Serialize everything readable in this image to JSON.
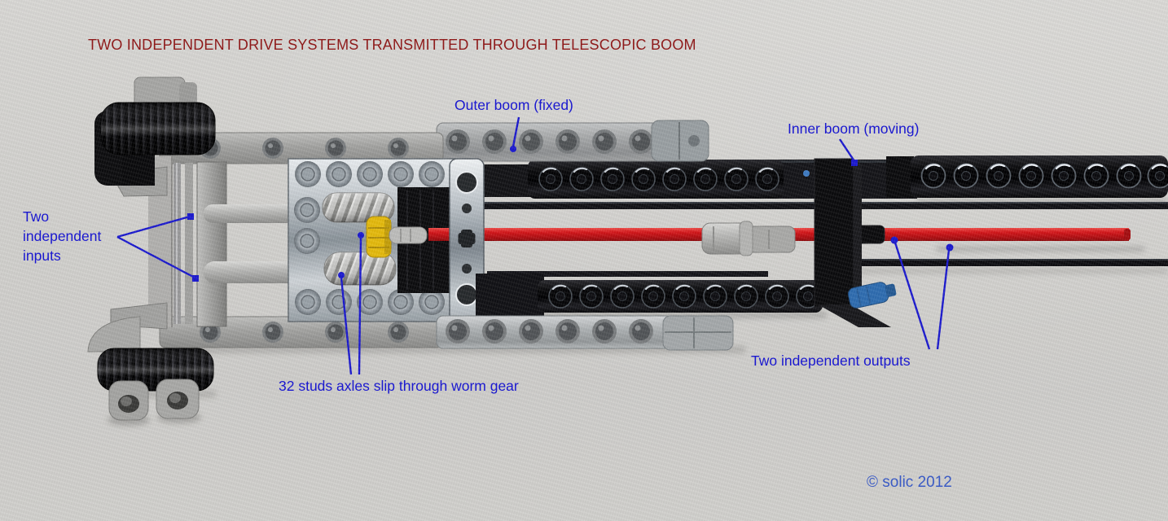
{
  "image": {
    "kind": "Annotated photograph of a LEGO Technic telescopic boom drive mechanism",
    "background_color": "#d3d2cf"
  },
  "title": {
    "text": "TWO INDEPENDENT DRIVE SYSTEMS TRANSMITTED THROUGH TELESCOPIC BOOM",
    "color": "#8e1a1a"
  },
  "annotations": {
    "color": "#1a18cf",
    "outer_boom_label": "Outer boom (fixed)",
    "inner_boom_label": "Inner boom (moving)",
    "inputs_label": "Two\nindependent\ninputs",
    "worm_label": "32 studs axles slip through worm gear",
    "outputs_label": "Two independent outputs"
  },
  "copyright": {
    "text": "© solic 2012",
    "color": "#3b5bc4"
  },
  "mechanism_colors": {
    "red_axle": "#c81418",
    "yellow_gear": "#e2b90b",
    "blue_pin": "#2e6cb0",
    "light_gray_parts": "#a8a8a6",
    "chrome_plate": "#c3c9ce",
    "black_parts": "#101012"
  }
}
